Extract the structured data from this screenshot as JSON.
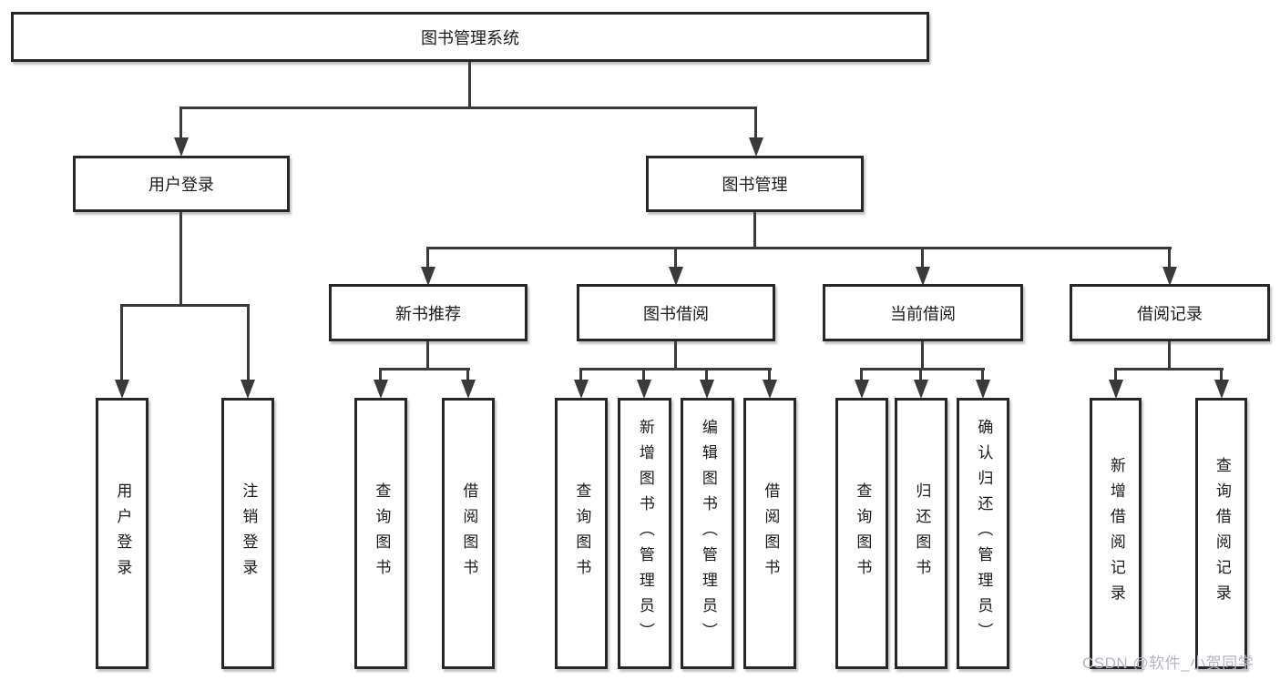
{
  "title": "图书管理系统",
  "watermark": "CSDN @软件_小贺同学",
  "colors": {
    "line": "#3a3a3a",
    "box_border": "#272727",
    "text": "#1b1b1b",
    "watermark": "#b5b5bf",
    "background": "#ffffff"
  },
  "nodes": {
    "root": "图书管理系统",
    "user_login": "用户登录",
    "book_mgmt": "图书管理",
    "new_book": "新书推荐",
    "book_borrow": "图书借阅",
    "current_borrow": "当前借阅",
    "borrow_record": "借阅记录",
    "leaves": {
      "user_login": [
        "用户登录",
        "注销登录"
      ],
      "new_book": [
        "查询图书",
        "借阅图书"
      ],
      "book_borrow": [
        "查询图书",
        "新增图书（管理员）",
        "编辑图书（管理员）",
        "借阅图书"
      ],
      "current_borrow": [
        "查询图书",
        "归还图书",
        "确认归还（管理员）"
      ],
      "borrow_record": [
        "新增借阅记录",
        "查询借阅记录"
      ]
    }
  }
}
